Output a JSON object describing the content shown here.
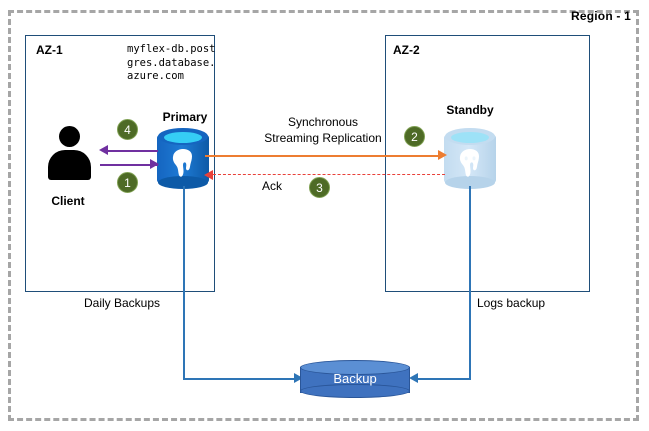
{
  "region": {
    "label": "Region - 1"
  },
  "zones": [
    {
      "id": "az1",
      "label": "AZ-1"
    },
    {
      "id": "az2",
      "label": "AZ-2"
    }
  ],
  "endpoint": {
    "hostname": "myflex-db.postgres.database.azure.com"
  },
  "nodes": {
    "client": {
      "label": "Client",
      "icon": "user-icon"
    },
    "primary": {
      "label": "Primary",
      "icon": "postgres-database-icon",
      "color": "#1565c0"
    },
    "standby": {
      "label": "Standby",
      "icon": "postgres-database-icon",
      "color": "#c3dcf0"
    },
    "backup": {
      "label": "Backup",
      "icon": "backup-cylinder-icon",
      "color": "#3f72bf"
    }
  },
  "flows": {
    "replication_caption_line1": "Synchronous",
    "replication_caption_line2": "Streaming Replication",
    "ack_label": "Ack",
    "daily_backups_label": "Daily Backups",
    "logs_backup_label": "Logs backup"
  },
  "steps": [
    {
      "number": "1",
      "meaning": "client-write-to-primary"
    },
    {
      "number": "2",
      "meaning": "primary-replicates-to-standby"
    },
    {
      "number": "3",
      "meaning": "standby-acknowledges"
    },
    {
      "number": "4",
      "meaning": "primary-responds-to-client"
    }
  ],
  "colors": {
    "client_arrow": "#7030a0",
    "replication_arrow": "#ed7d31",
    "ack_arrow": "#e8413a",
    "backup_arrow": "#2e75b6",
    "badge": "#4e6b26",
    "zone_border": "#1f4e79",
    "region_border": "#a6a6a6"
  }
}
